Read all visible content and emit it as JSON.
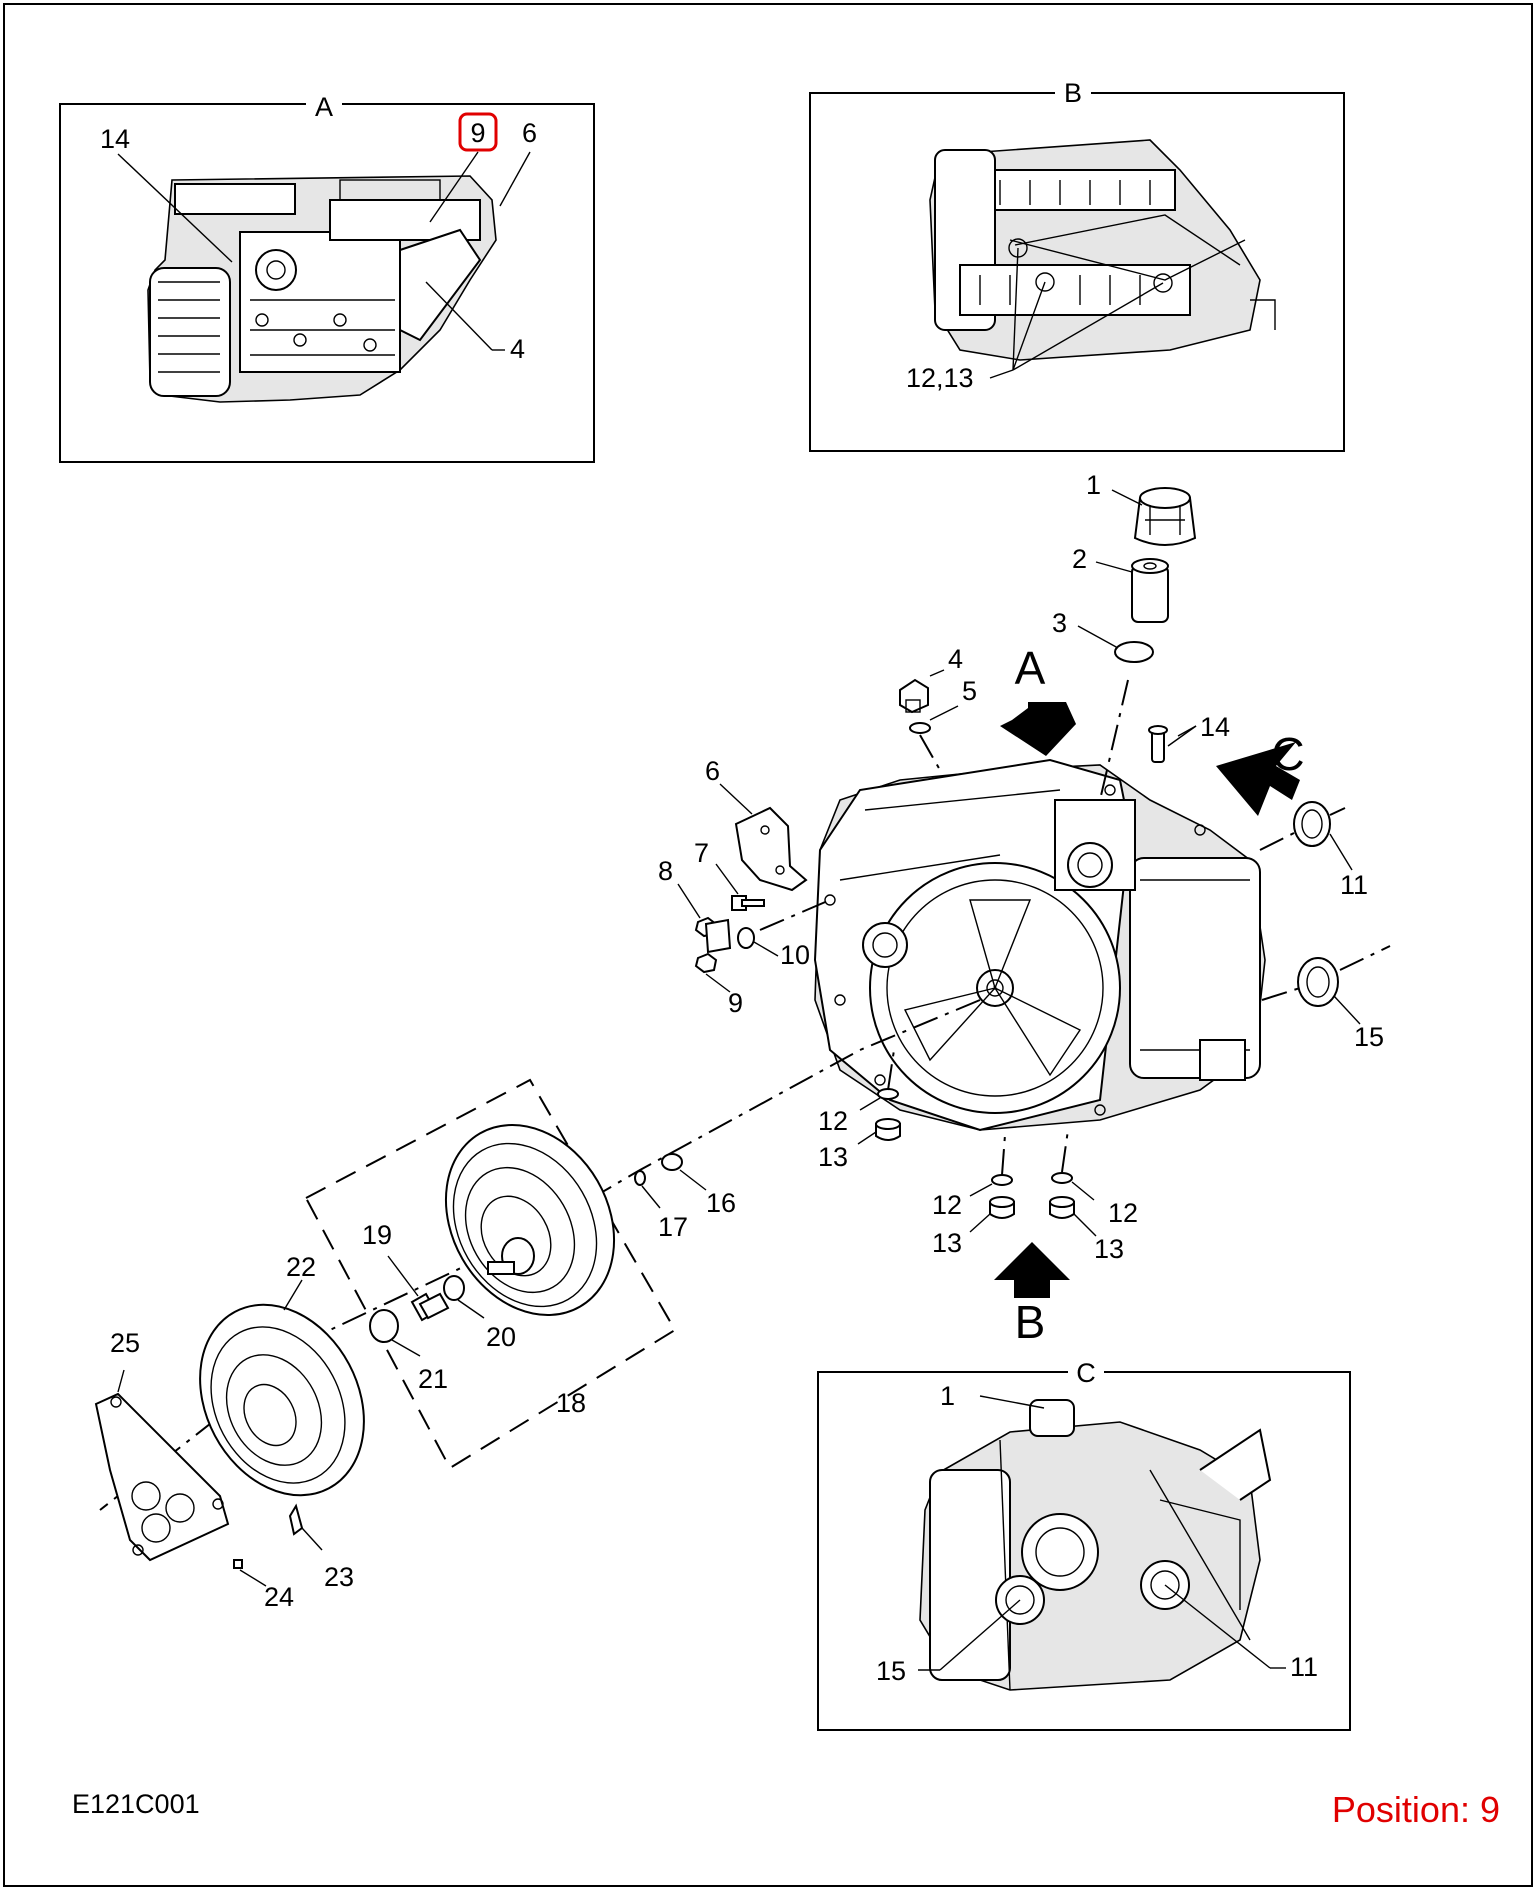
{
  "diagram": {
    "code": "E121C001",
    "position_text": "Position: 9",
    "highlight_color": "#e00000",
    "views": {
      "a": {
        "letter": "A",
        "callouts": [
          "14",
          "9",
          "6",
          "4"
        ]
      },
      "b": {
        "letter": "B",
        "callouts": [
          "12,13"
        ]
      },
      "c": {
        "letter": "C",
        "callouts": [
          "1",
          "15",
          "11"
        ]
      }
    },
    "arrows": {
      "a": "A",
      "b": "B",
      "c": "C"
    },
    "parts": {
      "p1": "1",
      "p2": "2",
      "p3": "3",
      "p4": "4",
      "p5": "5",
      "p6": "6",
      "p7": "7",
      "p8": "8",
      "p9": "9",
      "p10": "10",
      "p11": "11",
      "p12a": "12",
      "p13a": "13",
      "p12b": "12",
      "p13b": "13",
      "p12c": "12",
      "p13c": "13",
      "p14": "14",
      "p15": "15",
      "p16": "16",
      "p17": "17",
      "p18": "18",
      "p19": "19",
      "p20": "20",
      "p21": "21",
      "p22": "22",
      "p23": "23",
      "p24": "24",
      "p25": "25"
    }
  }
}
